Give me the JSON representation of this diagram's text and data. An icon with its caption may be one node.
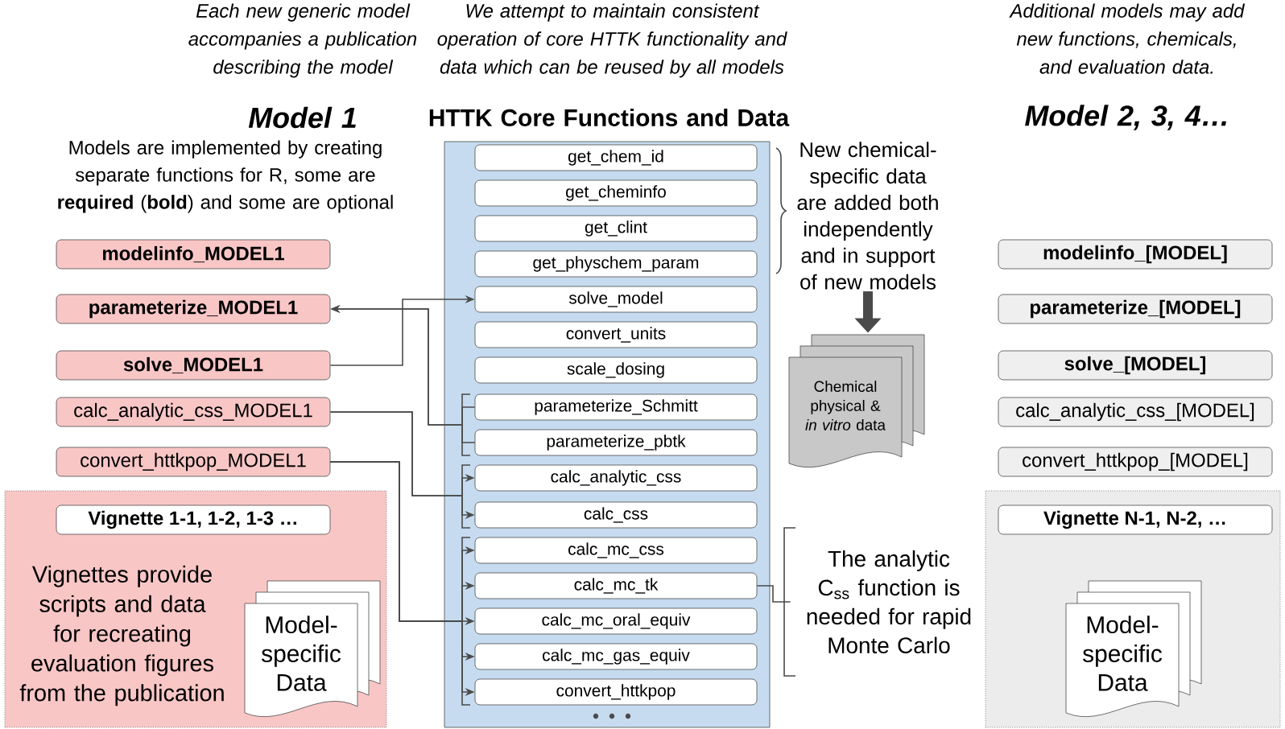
{
  "diagram": {
    "nodes": [
      {
        "text": [
          "modelinfo_MODEL1"
        ]
      },
      {
        "text": [
          "parameterize_MODEL1"
        ]
      },
      {
        "text": [
          "solve_MODEL1"
        ]
      },
      {
        "text": [
          "calc_analytic_css_MODEL1"
        ]
      },
      {
        "text": [
          "convert_httkpop_MODEL1"
        ]
      },
      {
        "text": [
          "Vignettes provide scripts and data for recreating evaluation figures from the publication"
        ]
      },
      {
        "text": [
          "Vignette 1-1, 1-2, 1-3 …"
        ],
        "in": 5
      },
      {
        "text": [
          "Model-specific Data"
        ],
        "in": 5
      },
      {
        "text": [
          "HTTK Core Functions and Data"
        ]
      },
      {
        "text": [
          "get_chem_id"
        ],
        "in": 8
      },
      {
        "text": [
          "get_cheminfo"
        ],
        "in": 8
      },
      {
        "text": [
          "get_clint"
        ],
        "in": 8
      },
      {
        "text": [
          "get_physchem_param"
        ],
        "in": 8
      },
      {
        "text": [
          "solve_model"
        ],
        "in": 8
      },
      {
        "text": [
          "convert_units"
        ],
        "in": 8
      },
      {
        "text": [
          "scale_dosing"
        ],
        "in": 8
      },
      {
        "text": [
          "parameterize_Schmitt"
        ],
        "in": 8
      },
      {
        "text": [
          "parameterize_pbtk"
        ],
        "in": 8
      },
      {
        "text": [
          "calc_analytic_css"
        ],
        "in": 8
      },
      {
        "text": [
          "calc_css"
        ],
        "in": 8
      },
      {
        "text": [
          "calc_mc_css"
        ],
        "in": 8
      },
      {
        "text": [
          "calc_mc_tk"
        ],
        "in": 8
      },
      {
        "text": [
          "calc_mc_oral_equiv"
        ],
        "in": 8
      },
      {
        "text": [
          "calc_mc_gas_equiv"
        ],
        "in": 8
      },
      {
        "text": [
          "convert_httkpop"
        ],
        "in": 8
      },
      {
        "text": [
          "New chemical-specific data are added both independently and in support of new models"
        ]
      },
      {
        "text": [
          "Chemical physical & *in vitro* data"
        ]
      },
      {
        "text": [
          "The analytic C$_{ss}$ function is needed for rapid Monte Carlo"
        ]
      },
      {
        "text": [
          "modelinfo_[MODEL]"
        ]
      },
      {
        "text": [
          "parameterize_[MODEL]"
        ]
      },
      {
        "text": [
          "solve_[MODEL]"
        ]
      },
      {
        "text": [
          "calc_analytic_css_[MODEL]"
        ]
      },
      {
        "text": [
          "convert_httkpop_[MODEL]"
        ]
      },
      {
        "text": [],
        "shape": "box"
      },
      {
        "text": [
          "Vignette N-1, N-2, …"
        ],
        "in": 33
      },
      {
        "text": [
          "Model-specific Data"
        ],
        "in": 33
      }
    ],
    "edges": [
      {
        "from": 2,
        "to": 13,
        "arrow": "to"
      },
      {
        "from": 16,
        "to": 1,
        "arrow": "to"
      },
      {
        "from": 17,
        "to": 1,
        "arrow": "to"
      },
      {
        "from": 3,
        "to": 18,
        "arrow": "to"
      },
      {
        "from": 3,
        "to": 19,
        "arrow": "to"
      },
      {
        "from": 4,
        "to": 20,
        "arrow": "to"
      },
      {
        "from": 4,
        "to": 21,
        "arrow": "to"
      },
      {
        "from": 4,
        "to": 22,
        "arrow": "to"
      },
      {
        "from": 4,
        "to": 23,
        "arrow": "to"
      },
      {
        "from": 4,
        "to": 24,
        "arrow": "to"
      },
      {
        "from": 25,
        "to": 26,
        "arrow": "to",
        "style": "thick"
      },
      {
        "from": 27,
        "to": 21,
        "arrow": "none"
      }
    ],
    "labels": [
      "Each new generic model accompanies a publication describing the model",
      "Model 1",
      "Models are implemented by creating separate functions for R, some are **required** (**bold**) and some are optional",
      "We attempt to maintain consistent operation of core HTTK functionality and data which can be reused by all models",
      "Additional models may add new functions, chemicals, and evaluation data.",
      "Model 2, 3, 4…"
    ]
  }
}
